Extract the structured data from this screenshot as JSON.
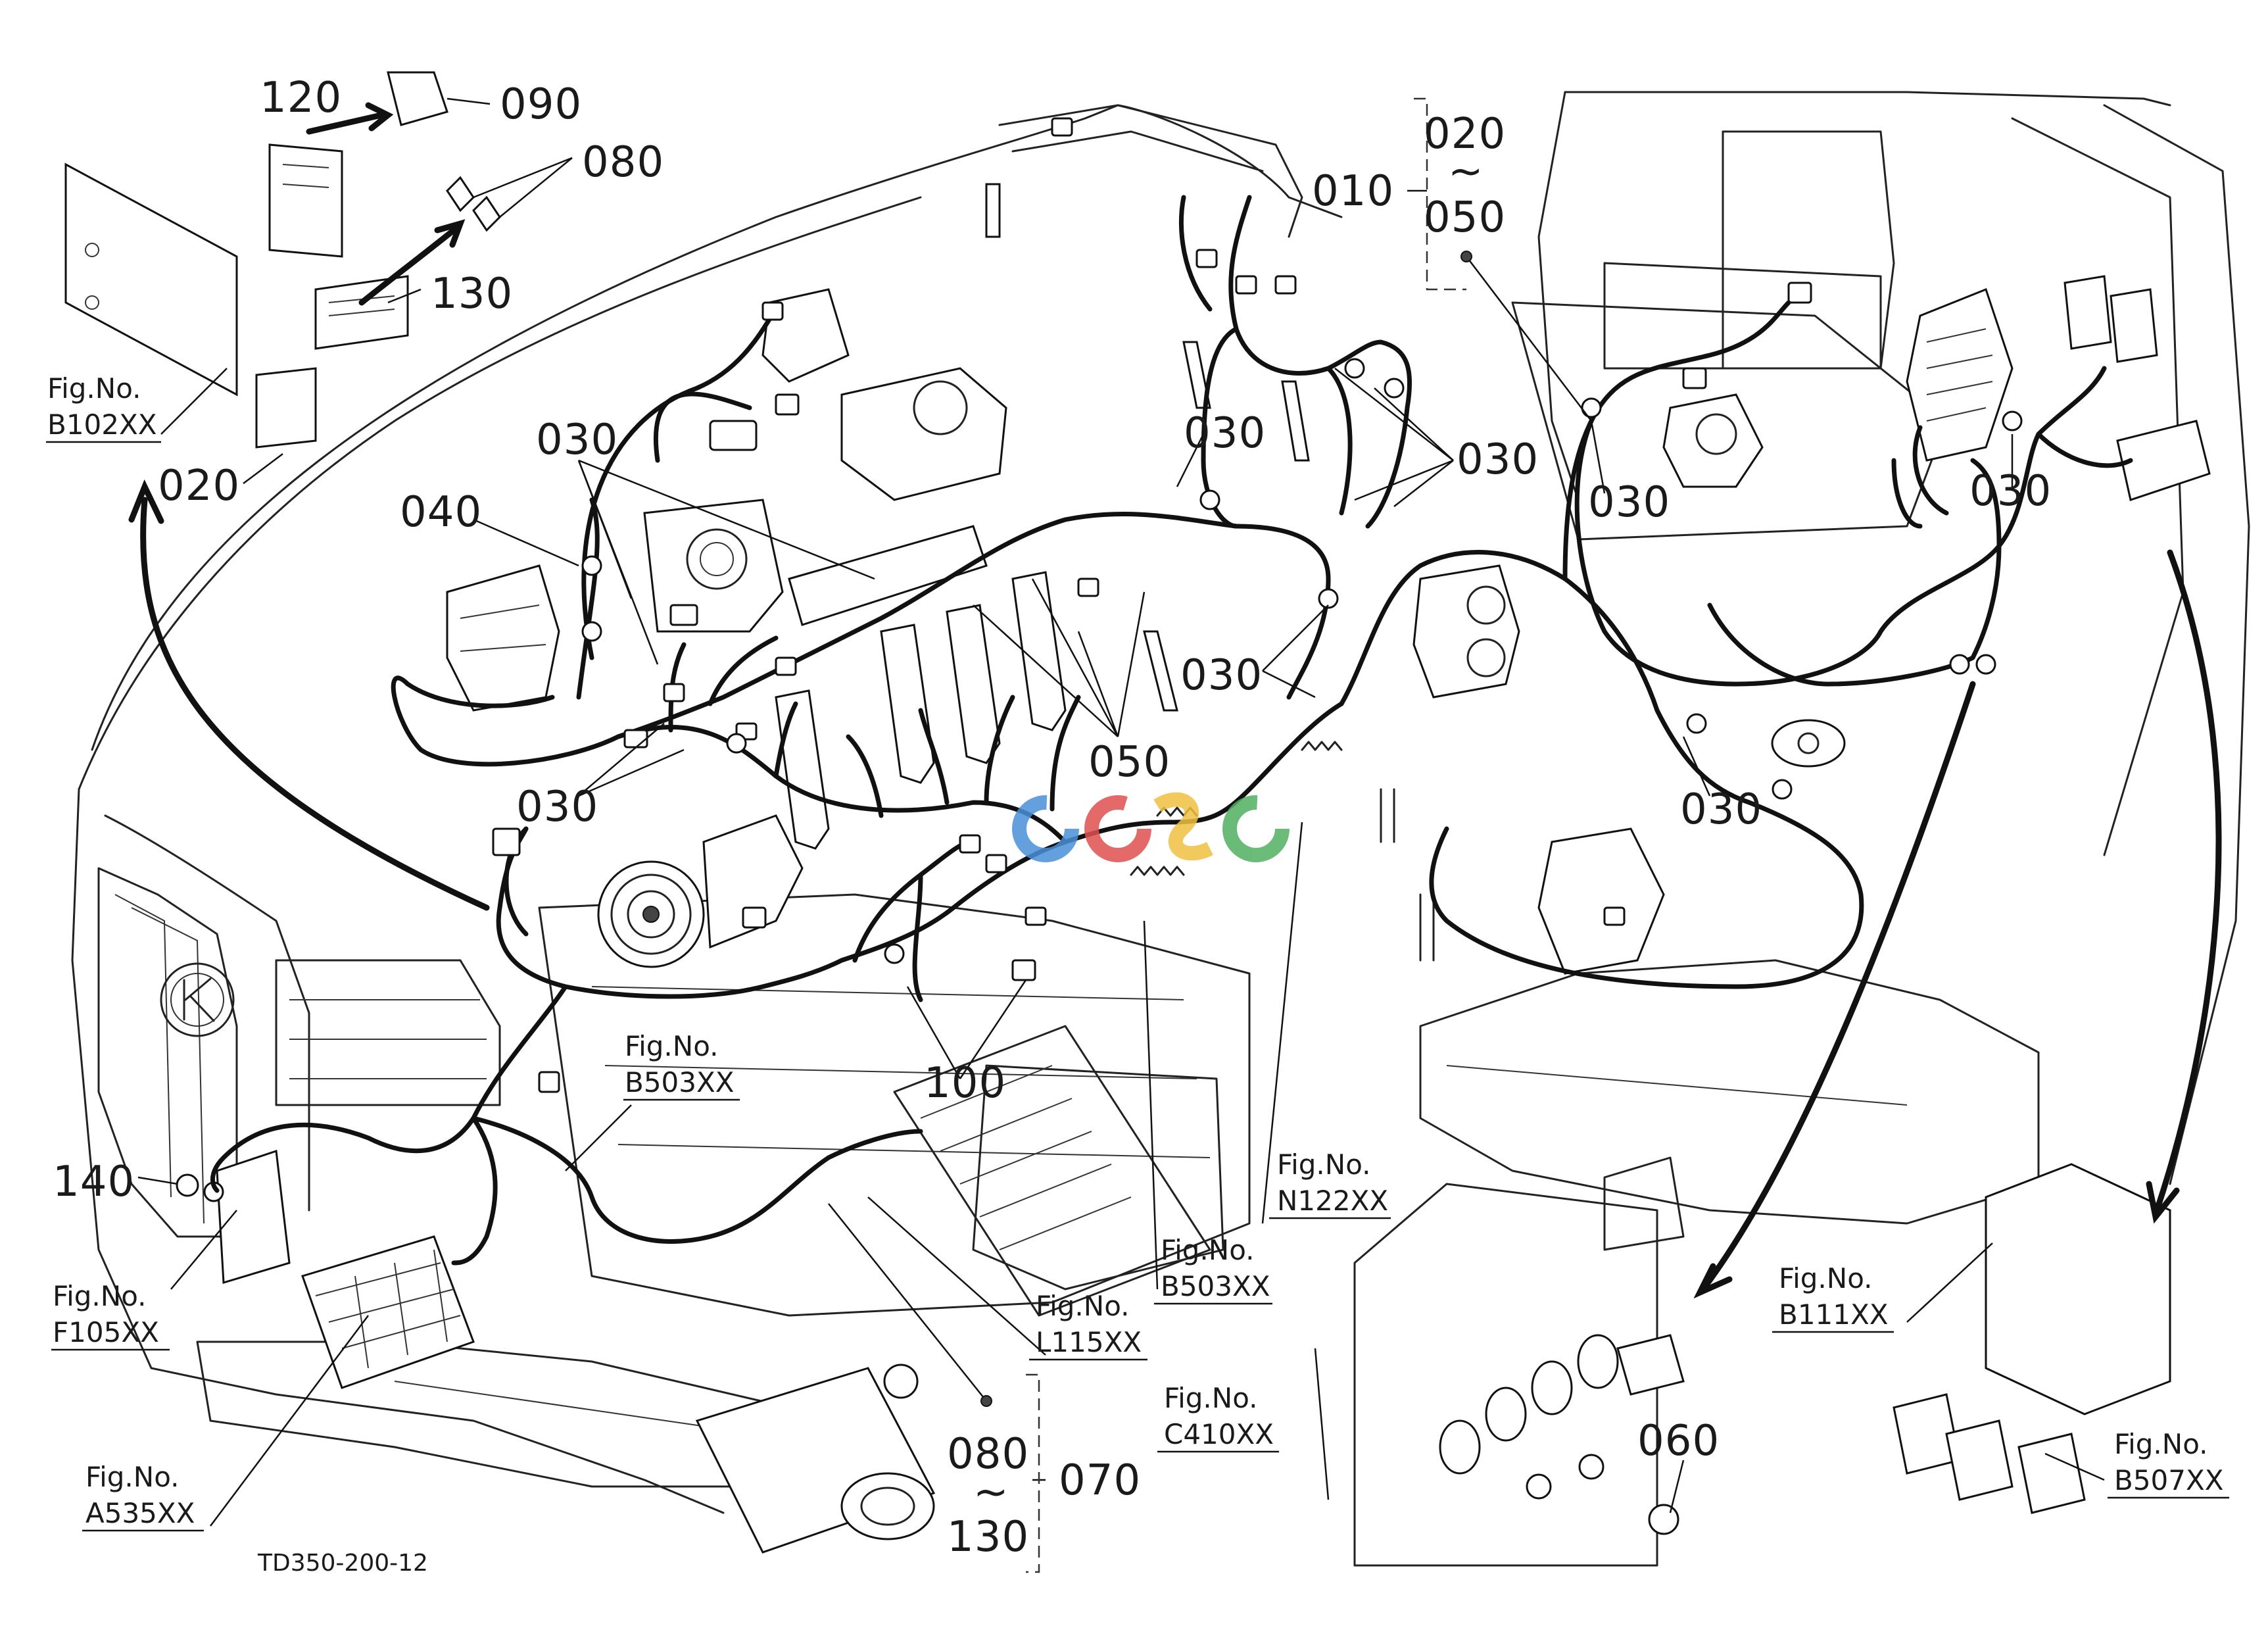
{
  "labels": {
    "p010": "010",
    "p020": "020",
    "p020_range_start": "020",
    "p020_range_tilde": "~",
    "p020_range_end": "050",
    "p030": "030",
    "p040": "040",
    "p050": "050",
    "p060": "060",
    "p070": "070",
    "p080": "080",
    "p080_range_start": "080",
    "p080_range_tilde": "~",
    "p080_range_end": "130",
    "p090": "090",
    "p100": "100",
    "p120": "120",
    "p130": "130",
    "p140": "140"
  },
  "figure_refs": {
    "fig_label": "Fig.No.",
    "b102": "B102XX",
    "b503_a": "B503XX",
    "b503_b": "B503XX",
    "n122": "N122XX",
    "f105": "F105XX",
    "l115": "L115XX",
    "c410": "C410XX",
    "b111": "B111XX",
    "b507": "B507XX",
    "a535": "A535XX"
  },
  "drawing_code": "TD350-200-12",
  "watermark": "CGSC",
  "colors": {
    "line": "#111111",
    "background": "#ffffff",
    "watermark_blue": "#4a90d9",
    "watermark_red": "#e05050",
    "watermark_yellow": "#f0c040",
    "watermark_green": "#50b060"
  }
}
